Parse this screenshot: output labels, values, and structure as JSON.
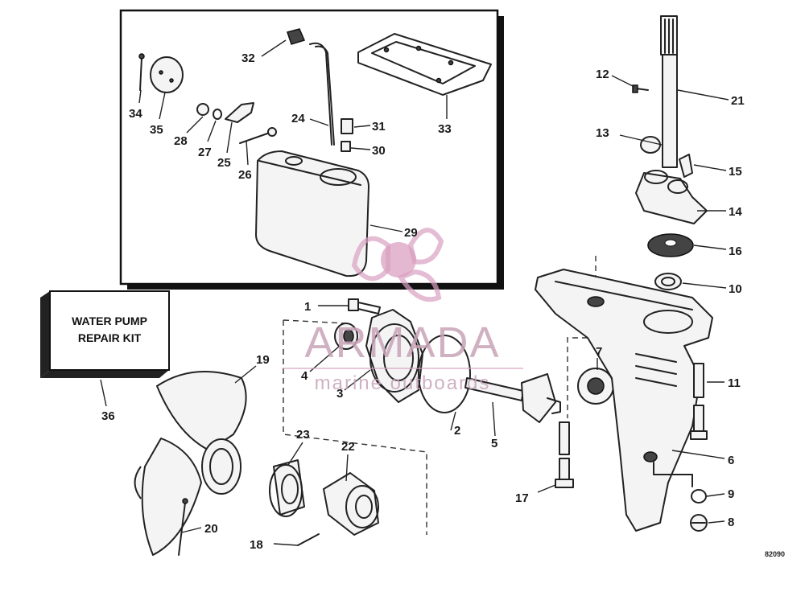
{
  "kit_box": {
    "line1": "WATER PUMP",
    "line2": "REPAIR KIT"
  },
  "watermark": {
    "brand": "ARMADA",
    "tagline": "marine outboards",
    "color": "#d9a0c0"
  },
  "figure_id": "82090",
  "callouts": {
    "p1": "1",
    "p2": "2",
    "p3": "3",
    "p4": "4",
    "p5": "5",
    "p6": "6",
    "p7": "7",
    "p8": "8",
    "p9": "9",
    "p10": "10",
    "p11": "11",
    "p12": "12",
    "p13": "13",
    "p14": "14",
    "p15": "15",
    "p16": "16",
    "p17": "17",
    "p18": "18",
    "p19": "19",
    "p20": "20",
    "p21": "21",
    "p22": "22",
    "p23": "23",
    "p24": "24",
    "p25": "25",
    "p26": "26",
    "p27": "27",
    "p28": "28",
    "p29": "29",
    "p30": "30",
    "p31": "31",
    "p32": "32",
    "p33": "33",
    "p34": "34",
    "p35": "35",
    "p36": "36"
  }
}
